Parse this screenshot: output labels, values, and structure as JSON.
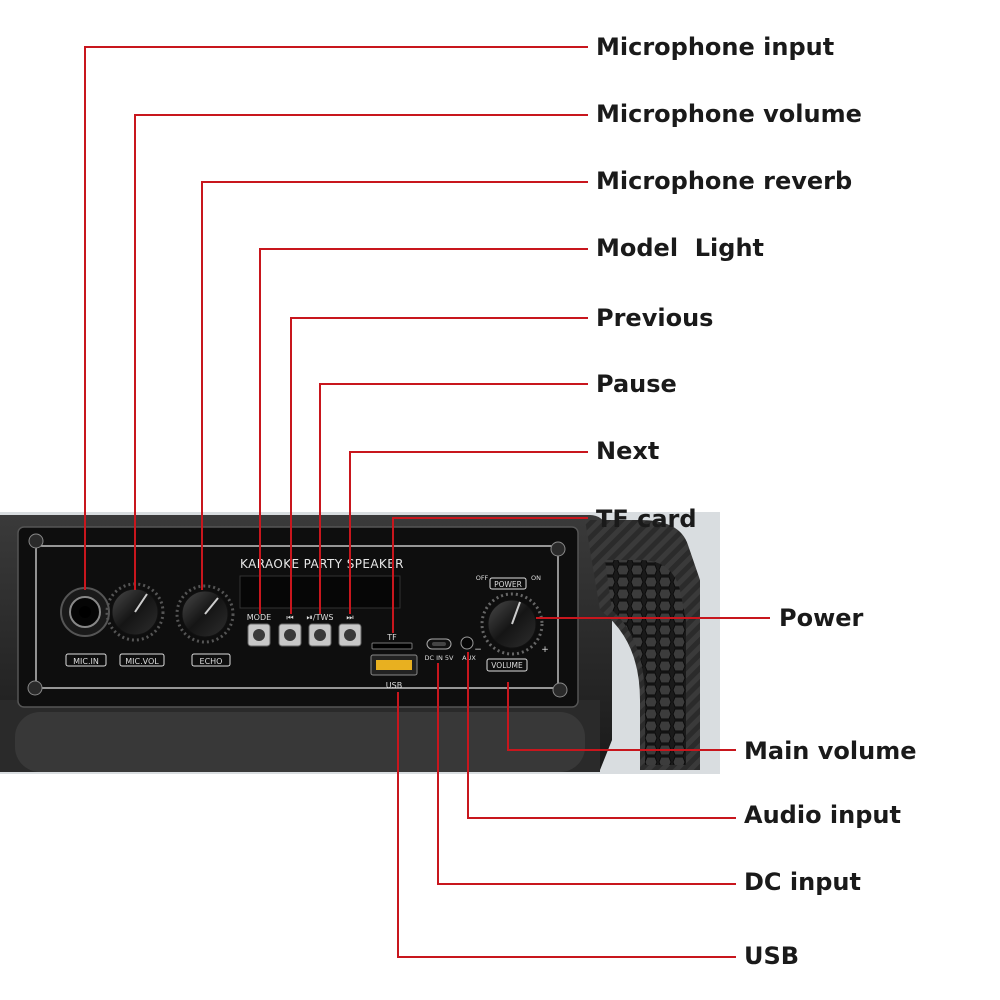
{
  "device": {
    "panel_title": "KARAOKE PARTY SPEAKER",
    "labels": {
      "mic_in": "MIC.IN",
      "mic_vol": "MIC.VOL",
      "echo": "ECHO",
      "mode": "MODE",
      "prev": "⏮",
      "play_tws": "⏯/TWS",
      "next": "⏭",
      "tf": "TF",
      "usb": "USB",
      "dc_in": "DC IN 5V",
      "aux": "AUX",
      "power": "POWER",
      "off": "OFF",
      "on": "ON",
      "volume": "VOLUME",
      "minus": "−",
      "plus": "+"
    }
  },
  "callouts": [
    {
      "id": "microphone-input",
      "text": "Microphone input"
    },
    {
      "id": "microphone-volume",
      "text": "Microphone volume"
    },
    {
      "id": "microphone-reverb",
      "text": "Microphone reverb"
    },
    {
      "id": "model-light",
      "text": "Model  Light"
    },
    {
      "id": "previous",
      "text": "Previous"
    },
    {
      "id": "pause",
      "text": "Pause"
    },
    {
      "id": "next",
      "text": "Next"
    },
    {
      "id": "tf-card",
      "text": "TF card"
    },
    {
      "id": "power",
      "text": "Power"
    },
    {
      "id": "main-volume",
      "text": "Main volume"
    },
    {
      "id": "audio-input",
      "text": "Audio input"
    },
    {
      "id": "dc-input",
      "text": "DC input"
    },
    {
      "id": "usb",
      "text": "USB"
    }
  ],
  "colors": {
    "leader_line": "#c8161d",
    "panel": "#0e0e0e",
    "housing": "#2a2a2a",
    "label_text": "#1a1a1a",
    "usb_port": "#e8b020"
  }
}
